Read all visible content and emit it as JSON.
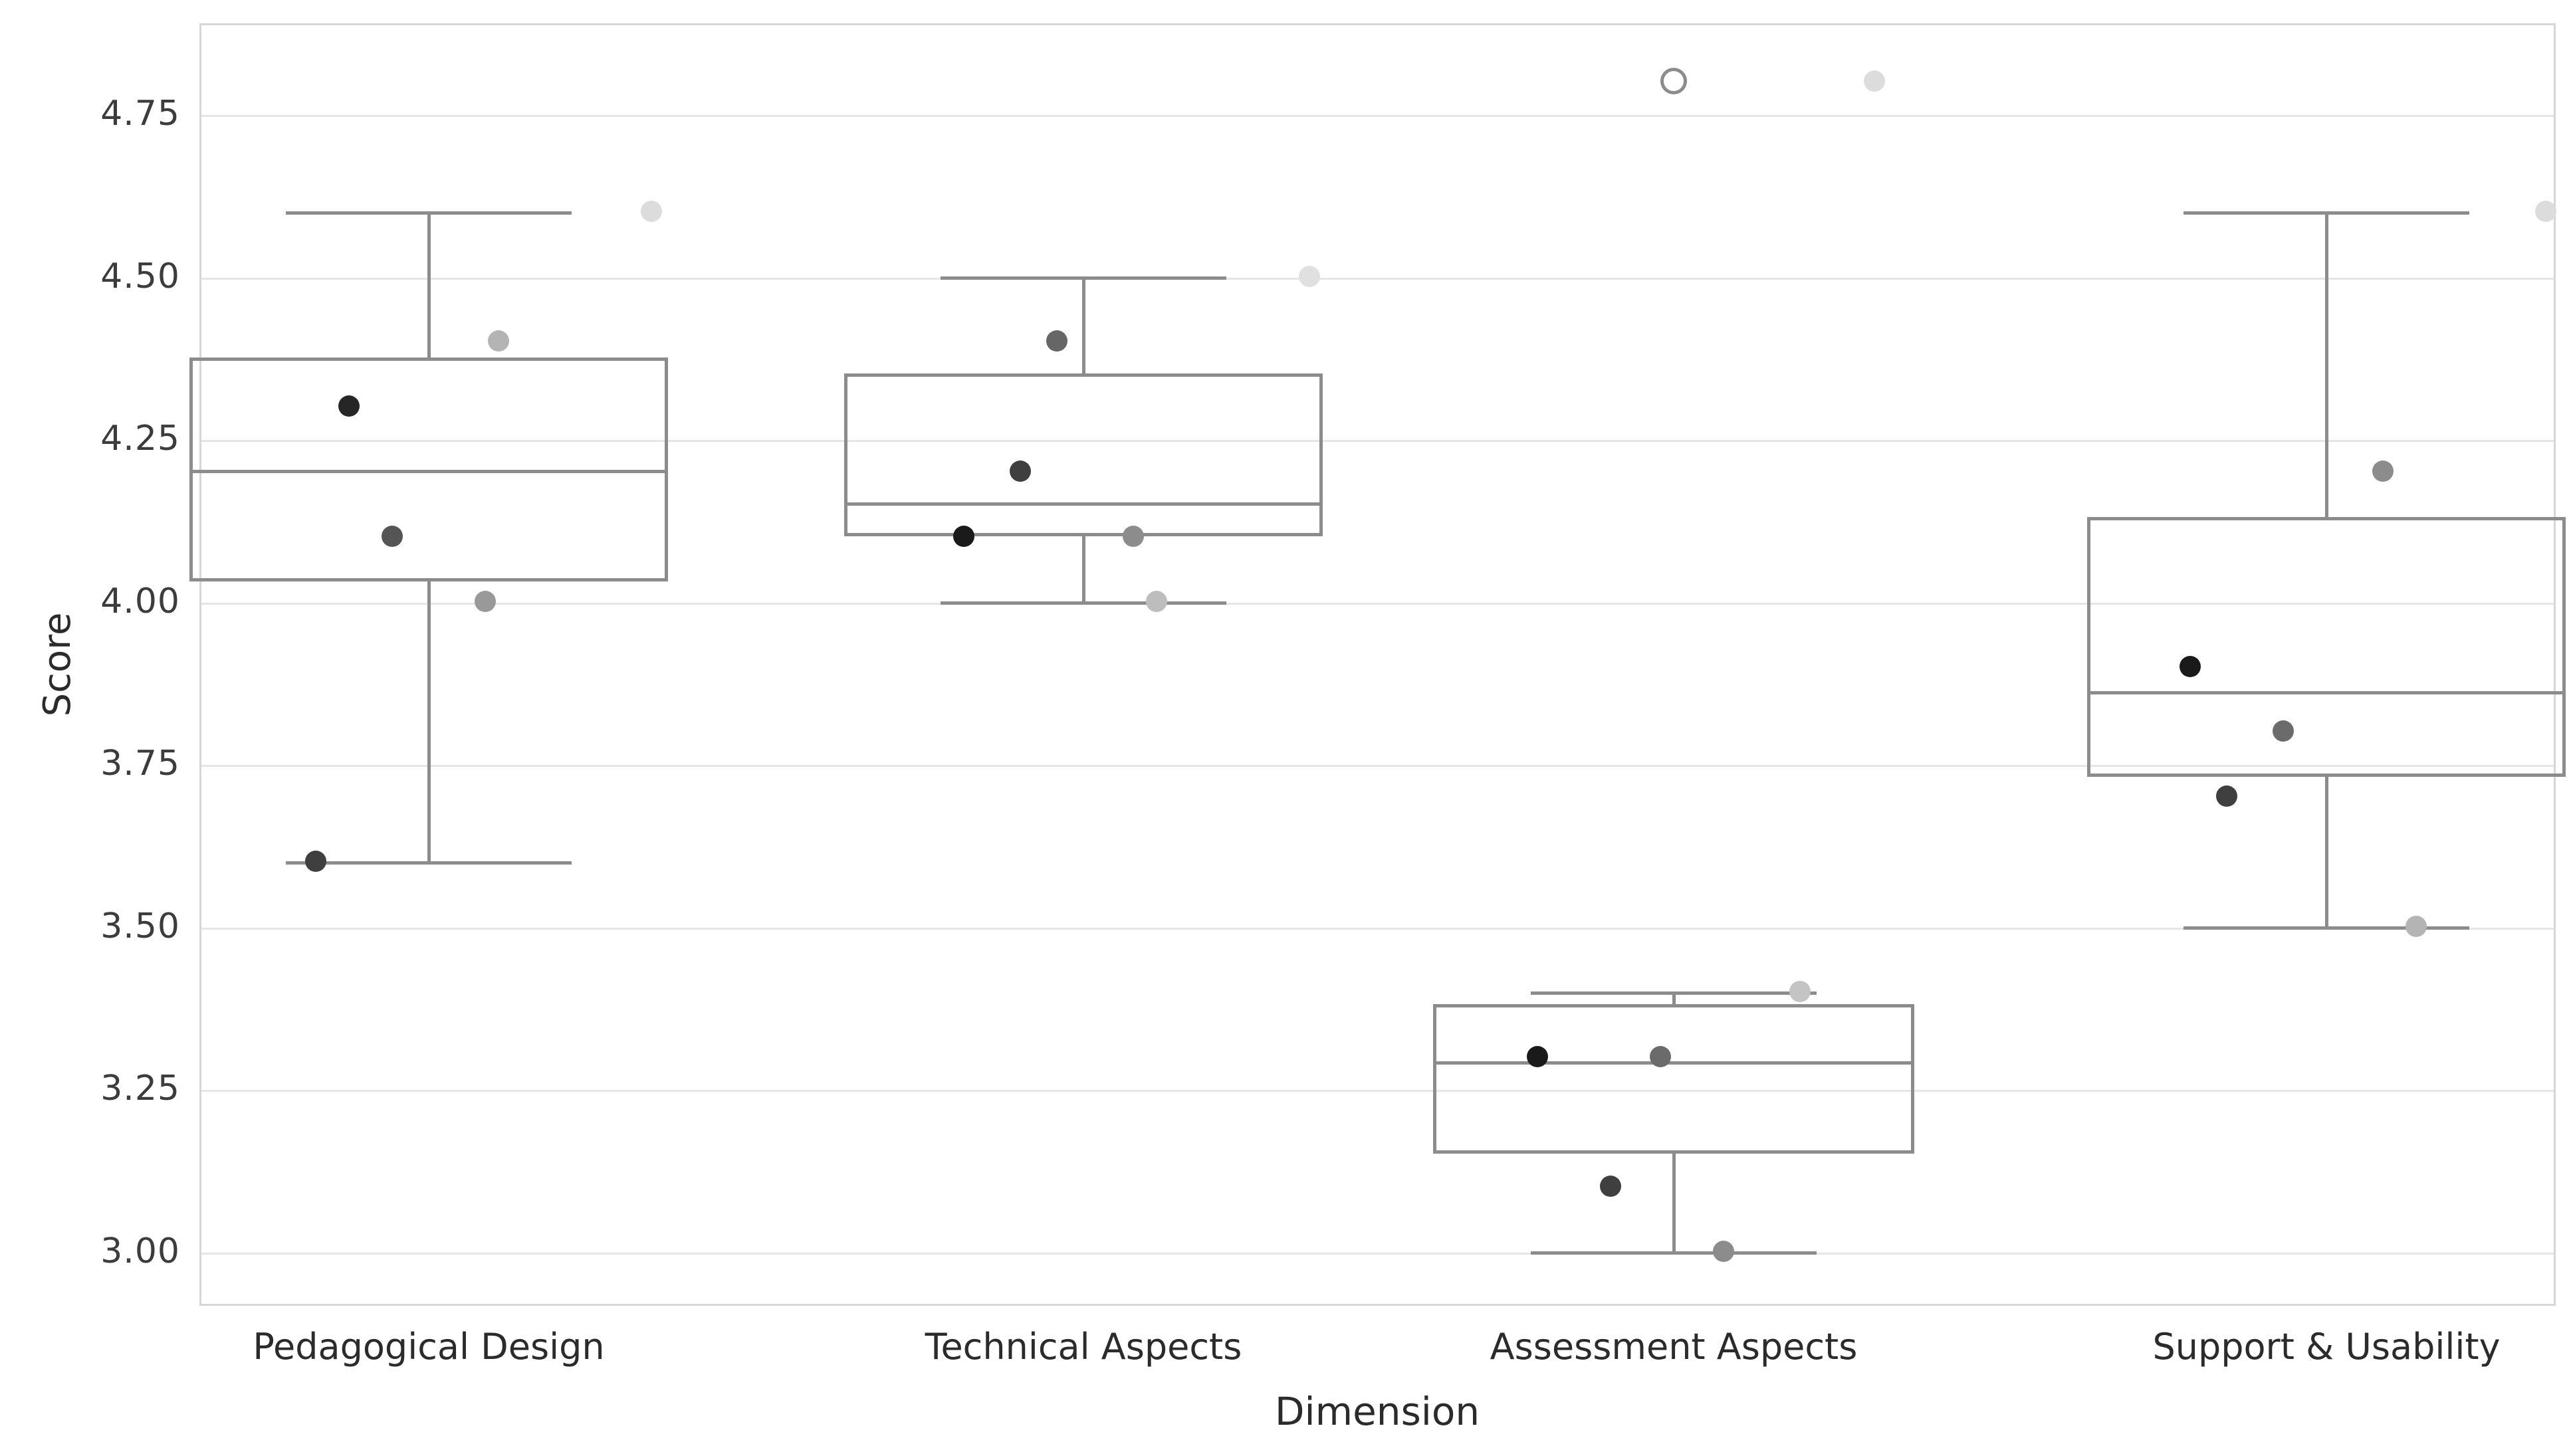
{
  "chart_data": {
    "type": "box",
    "title": "",
    "xlabel": "Dimension",
    "ylabel": "Score",
    "ylim": [
      2.93,
      4.9
    ],
    "yticks": [
      "3.00",
      "3.25",
      "3.50",
      "3.75",
      "4.00",
      "4.25",
      "4.50",
      "4.75"
    ],
    "ytick_values": [
      3.0,
      3.25,
      3.5,
      3.75,
      4.0,
      4.25,
      4.5,
      4.75
    ],
    "grid": "horizontal",
    "legend": "none",
    "categories": [
      "Pedagogical Design",
      "Technical Aspects",
      "Assessment Aspects",
      "Support & Usability"
    ],
    "boxes": [
      {
        "category": "Pedagogical Design",
        "q1": 4.03,
        "median": 4.2,
        "q3": 4.375,
        "whisker_low": 3.6,
        "whisker_high": 4.6,
        "fliers": []
      },
      {
        "category": "Technical Aspects",
        "q1": 4.1,
        "median": 4.15,
        "q3": 4.35,
        "whisker_low": 4.0,
        "whisker_high": 4.5,
        "fliers": []
      },
      {
        "category": "Assessment Aspects",
        "q1": 3.15,
        "median": 3.29,
        "q3": 3.38,
        "whisker_low": 3.0,
        "whisker_high": 3.4,
        "fliers": [
          4.8
        ]
      },
      {
        "category": "Support & Usability",
        "q1": 3.73,
        "median": 3.86,
        "q3": 4.13,
        "whisker_low": 3.5,
        "whisker_high": 4.6,
        "fliers": []
      }
    ],
    "points": [
      {
        "category": "Pedagogical Design",
        "value": 4.3,
        "shade": "#262626"
      },
      {
        "category": "Pedagogical Design",
        "value": 4.1,
        "shade": "#555555"
      },
      {
        "category": "Pedagogical Design",
        "value": 3.6,
        "shade": "#3f3f3f"
      },
      {
        "category": "Pedagogical Design",
        "value": 4.4,
        "shade": "#b4b4b4"
      },
      {
        "category": "Pedagogical Design",
        "value": 4.0,
        "shade": "#999999"
      },
      {
        "category": "Pedagogical Design",
        "value": 4.6,
        "shade": "#dcdcdc"
      },
      {
        "category": "Technical Aspects",
        "value": 4.1,
        "shade": "#1a1a1a"
      },
      {
        "category": "Technical Aspects",
        "value": 4.2,
        "shade": "#3f3f3f"
      },
      {
        "category": "Technical Aspects",
        "value": 4.4,
        "shade": "#666666"
      },
      {
        "category": "Technical Aspects",
        "value": 4.1,
        "shade": "#8c8c8c"
      },
      {
        "category": "Technical Aspects",
        "value": 4.0,
        "shade": "#bdbdbd"
      },
      {
        "category": "Technical Aspects",
        "value": 4.5,
        "shade": "#e0e0e0"
      },
      {
        "category": "Assessment Aspects",
        "value": 3.3,
        "shade": "#1a1a1a"
      },
      {
        "category": "Assessment Aspects",
        "value": 3.1,
        "shade": "#3f3f3f"
      },
      {
        "category": "Assessment Aspects",
        "value": 3.3,
        "shade": "#6b6b6b"
      },
      {
        "category": "Assessment Aspects",
        "value": 3.0,
        "shade": "#8c8c8c"
      },
      {
        "category": "Assessment Aspects",
        "value": 3.4,
        "shade": "#c4c4c4"
      },
      {
        "category": "Assessment Aspects",
        "value": 4.8,
        "shade": "#dcdcdc"
      },
      {
        "category": "Support & Usability",
        "value": 3.9,
        "shade": "#1a1a1a"
      },
      {
        "category": "Support & Usability",
        "value": 3.7,
        "shade": "#3f3f3f"
      },
      {
        "category": "Support & Usability",
        "value": 3.8,
        "shade": "#6b6b6b"
      },
      {
        "category": "Support & Usability",
        "value": 4.2,
        "shade": "#8c8c8c"
      },
      {
        "category": "Support & Usability",
        "value": 3.5,
        "shade": "#b4b4b4"
      },
      {
        "category": "Support & Usability",
        "value": 4.6,
        "shade": "#dcdcdc"
      }
    ],
    "colors": {
      "box_edge": "#8c8c8c",
      "gridline": "#e6e6e6",
      "axis_frame": "#d6d6d6",
      "tick_text": "#3c3c3c",
      "label_text": "#2b2b2b",
      "background": "#ffffff"
    }
  },
  "axis": {
    "ylabel": "Score",
    "xlabel": "Dimension"
  }
}
